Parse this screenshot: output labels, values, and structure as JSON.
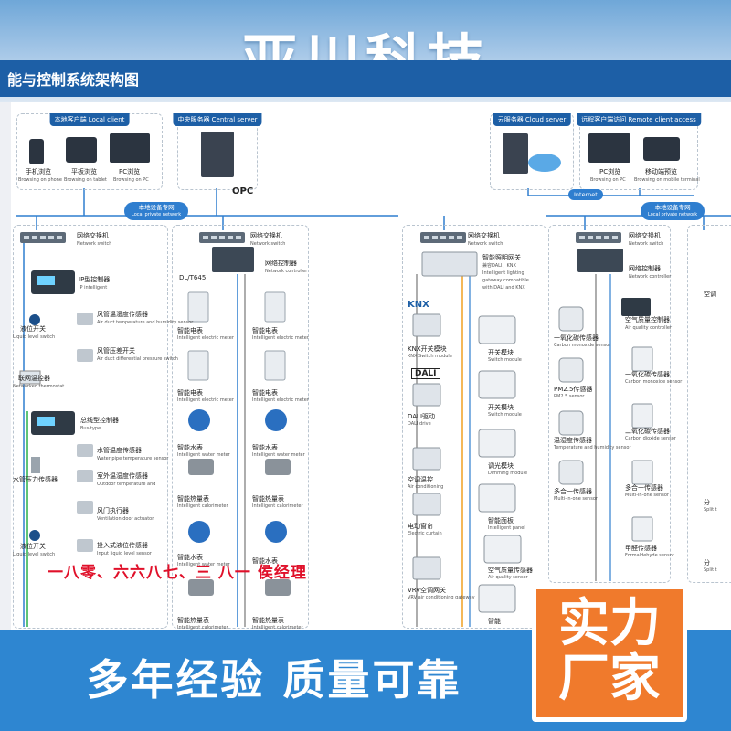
{
  "brand": "亚川科技",
  "sheet_title": "能与控制系统架构图",
  "slogan": "多年经验  质量可靠",
  "stamp": [
    "实力",
    "厂家"
  ],
  "contact_overlay": "一八零、六六八七、三  八一  侯经理",
  "top_boxes": {
    "local_client": {
      "title": "本地客户端 Local client",
      "items": [
        {
          "cn": "手机浏览",
          "en": "Browsing on phone"
        },
        {
          "cn": "平板浏览",
          "en": "Browsing on tablet"
        },
        {
          "cn": "PC浏览",
          "en": "Browsing on PC"
        }
      ]
    },
    "central_server": {
      "title": "中央服务器 Central server"
    },
    "cloud_server": {
      "title": "云服务器 Cloud server"
    },
    "remote_client": {
      "title": "远程客户端访问 Remote client access",
      "items": [
        {
          "cn": "PC浏览",
          "en": "Browsing on PC"
        },
        {
          "cn": "移动端预览",
          "en": "Browsing on mobile terminal"
        }
      ]
    }
  },
  "networks": {
    "local_left": {
      "cn": "本地设备专网",
      "en": "Local private network"
    },
    "local_right": {
      "cn": "本地设备专网",
      "en": "Local private network"
    },
    "internet": "Internet",
    "opc": "OPC"
  },
  "switch": {
    "cn": "网络交换机",
    "en": "Network switch"
  },
  "col1": [
    {
      "cn": "IP型控制器",
      "en": "IP intelligent"
    },
    {
      "cn": "风管温湿度传感器",
      "en": "Air duct temperature and humidity sensor"
    },
    {
      "cn": "液位开关",
      "en": "Liquid level switch"
    },
    {
      "cn": "风管压差开关",
      "en": "Air duct differential pressure switch"
    },
    {
      "cn": "联网温控器",
      "en": "Networked thermostat"
    },
    {
      "cn": "总线型控制器",
      "en": "Bus-type"
    },
    {
      "cn": "水管温度传感器",
      "en": "Water pipe temperature sensor"
    },
    {
      "cn": "水管压力传感器",
      "en": ""
    },
    {
      "cn": "室外温湿度传感器",
      "en": "Outdoor temperature and"
    },
    {
      "cn": "风门执行器",
      "en": "Ventilation door actuator"
    },
    {
      "cn": "液位开关",
      "en": "Liquid level switch"
    },
    {
      "cn": "投入式液位传感器",
      "en": "Input liquid level sensor"
    }
  ],
  "col2": {
    "protocol": "DL/T645",
    "controller": {
      "cn": "网络控制器",
      "en": "Network controller"
    },
    "left": [
      {
        "cn": "智能电表",
        "en": "Intelligent electric meter"
      },
      {
        "cn": "智能电表",
        "en": "Intelligent electric meter"
      },
      {
        "cn": "智能水表",
        "en": "Intelligent water meter"
      },
      {
        "cn": "智能热量表",
        "en": "Intelligent calorimeter"
      },
      {
        "cn": "智能水表",
        "en": "Intelligent water meter"
      },
      {
        "cn": "智能热量表",
        "en": "Intelligent calorimeter"
      }
    ],
    "right": [
      {
        "cn": "智能电表",
        "en": "Intelligent electric meter"
      },
      {
        "cn": "智能电表",
        "en": "Intelligent electric meter"
      },
      {
        "cn": "智能水表",
        "en": "Intelligent water meter"
      },
      {
        "cn": "智能热量表",
        "en": "Intelligent calorimeter"
      },
      {
        "cn": "智能水表",
        "en": ""
      },
      {
        "cn": "智能热量表",
        "en": "Intelligent calorimeter"
      }
    ]
  },
  "col3": {
    "gateway": {
      "cn": "智能照明网关",
      "en": "Intelligent lighting gateway compatible with DALI and KNX"
    },
    "gateway_sub": "兼容DALI、KNX",
    "knx_logo": "KNX",
    "dali_logo": "DALI",
    "left": [
      {
        "cn": "KNX开关模块",
        "en": "KNX Switch module"
      },
      {
        "cn": "DALI驱动",
        "en": "DALI drive"
      },
      {
        "cn": "空调温控",
        "en": "Air conditioning"
      },
      {
        "cn": "电动窗帘",
        "en": "Electric curtain"
      },
      {
        "cn": "VRV空调网关",
        "en": "VRV air conditioning gateway"
      }
    ],
    "right": [
      {
        "cn": "开关模块",
        "en": "Switch module"
      },
      {
        "cn": "开关模块",
        "en": "Switch module"
      },
      {
        "cn": "调光模块",
        "en": "Dimming module"
      },
      {
        "cn": "智能面板",
        "en": "Intelligent panel"
      },
      {
        "cn": "空气质量传感器",
        "en": "Air quality sensor"
      },
      {
        "cn": "智能",
        "en": ""
      }
    ]
  },
  "col4": {
    "controller": {
      "cn": "网络控制器",
      "en": "Network controller"
    },
    "aq": {
      "cn": "空气质量控制器",
      "en": "Air quality controller"
    },
    "left": [
      {
        "cn": "一氧化碳传感器",
        "en": "Carbon monoxide sensor"
      },
      {
        "cn": "PM2.5传感器",
        "en": "PM2.5 sensor"
      },
      {
        "cn": "温湿度传感器",
        "en": "Temperature and humidity sensor"
      },
      {
        "cn": "多合一传感器",
        "en": "Multi-in-one sensor"
      }
    ],
    "right": [
      {
        "cn": "一氧化碳传感器",
        "en": "Carbon monoxide sensor"
      },
      {
        "cn": "二氧化碳传感器",
        "en": "Carbon dioxide sensor"
      },
      {
        "cn": "多合一传感器",
        "en": "Multi-in-one sensor"
      },
      {
        "cn": "甲醛传感器",
        "en": "Formaldehyde sensor"
      }
    ],
    "edge": [
      {
        "cn": "空调",
        "en": ""
      },
      {
        "cn": "分",
        "en": "Split t"
      },
      {
        "cn": "分",
        "en": "Split t"
      }
    ]
  },
  "colors": {
    "brand_blue": "#1d5fa6",
    "link_blue": "#2f7ecf",
    "band_blue": "#2e86d1",
    "stamp_orange": "#f07a2c",
    "overlay_red": "#e0102a",
    "line_gray": "#777777"
  }
}
